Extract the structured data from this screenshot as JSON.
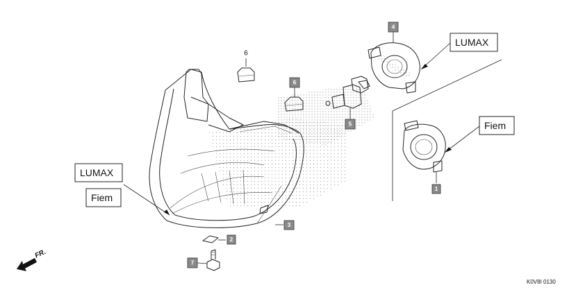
{
  "brand_labels": {
    "lumax_right": "LUMAX",
    "fiem_right": "Fiem",
    "lumax_left": "LUMAX",
    "fiem_left": "Fiem"
  },
  "callouts": {
    "c1": "1",
    "c2": "2",
    "c3": "3",
    "c4": "4",
    "c5": "5",
    "c6_boxed": "6",
    "c6_plain": "6",
    "c7": "7"
  },
  "direction_label": "FR.",
  "diagram_code": "K0V8I 0130"
}
